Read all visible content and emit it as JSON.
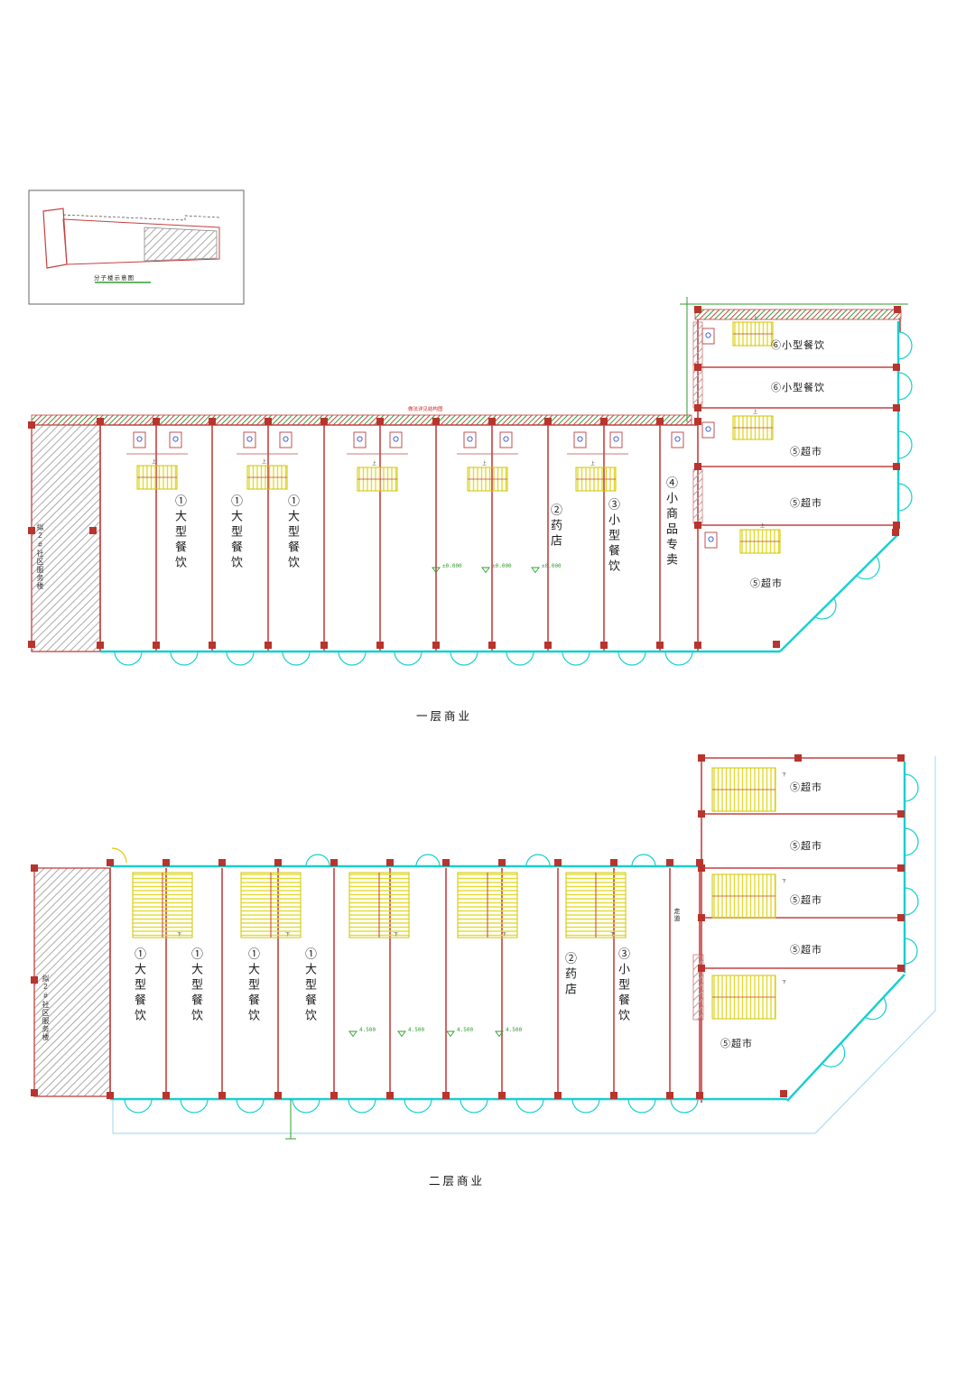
{
  "inset": {
    "caption": "分子楼示意图"
  },
  "plan1": {
    "caption": "一层商业",
    "left_block_label": "拟2#社区服务楼",
    "top_wall_note": "做法详见结构图",
    "stair_label": "上",
    "units": [
      "①大型餐饮",
      "①大型餐饮",
      "①大型餐饮",
      "②药店",
      "③小型餐饮",
      "④小商品专卖"
    ],
    "wing_units": [
      "⑥小型餐饮",
      "⑥小型餐饮",
      "⑤超市",
      "⑤超市",
      "⑤超市"
    ],
    "elevations": [
      "±0.000",
      "±0.000",
      "±0.000"
    ]
  },
  "plan2": {
    "caption": "二层商业",
    "left_block_label": "拟2#社区服务楼",
    "corridor_label": "走道",
    "stair_label": "下",
    "units": [
      "①大型餐饮",
      "①大型餐饮",
      "①大型餐饮",
      "①大型餐饮",
      "②药店",
      "③小型餐饮"
    ],
    "wing_units": [
      "⑤超市",
      "⑤超市",
      "⑤超市",
      "⑤超市",
      "⑤超市"
    ],
    "elevations": [
      "4.500",
      "4.500",
      "4.500",
      "4.500"
    ]
  },
  "colors": {
    "wall_red": "#c64040",
    "storefront_cyan": "#17cfcf",
    "stair_yellow": "#e3da2e",
    "accent_green": "#2f9e2f",
    "hatch_gray": "#aaaaaa"
  }
}
